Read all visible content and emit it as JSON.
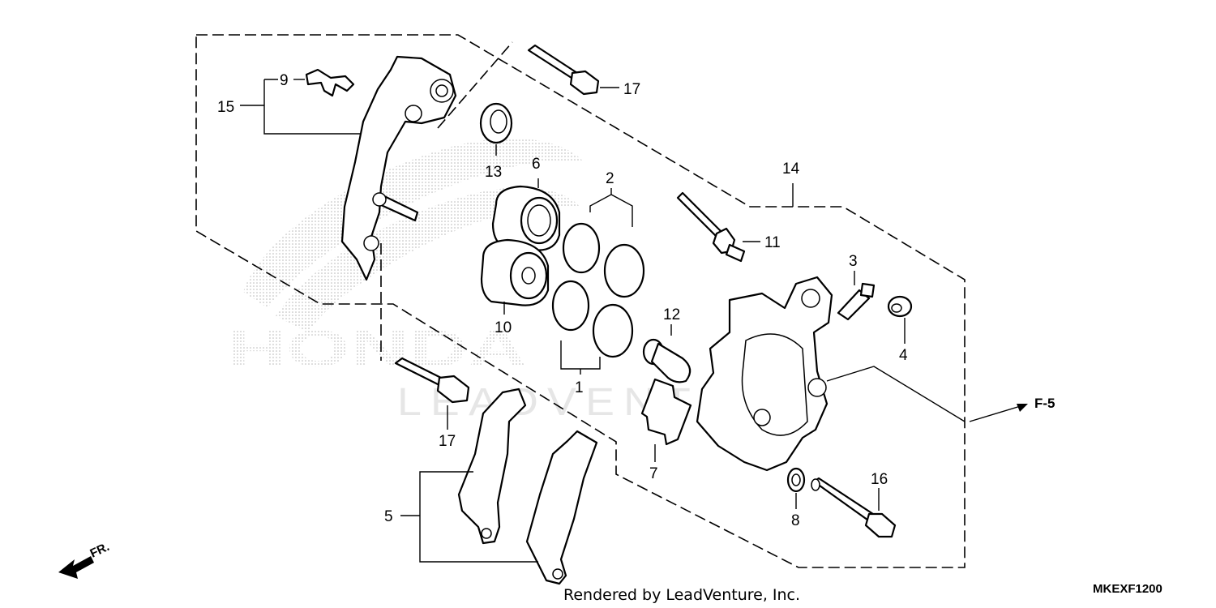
{
  "diagram": {
    "watermark": {
      "brand": "HONDA",
      "sub": "LEADVENTURE"
    },
    "callouts": {
      "p1": "1",
      "p2": "2",
      "p3": "3",
      "p4": "4",
      "p5": "5",
      "p6": "6",
      "p7": "7",
      "p8": "8",
      "p9": "9",
      "p10": "10",
      "p11": "11",
      "p12": "12",
      "p13": "13",
      "p14": "14",
      "p15": "15",
      "p16": "16",
      "p17a": "17",
      "p17b": "17"
    },
    "reference": "F-5",
    "front_indicator": "FR.",
    "diagram_code": "MKEXF1200",
    "credit": "Rendered by LeadVenture, Inc."
  }
}
